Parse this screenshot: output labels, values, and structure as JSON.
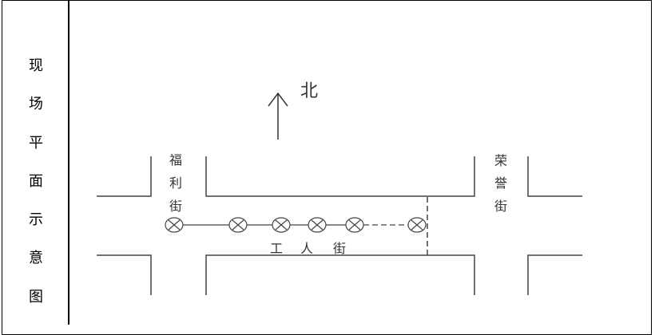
{
  "row_label": [
    "现",
    "场",
    "平",
    "面",
    "示",
    "意",
    "图"
  ],
  "diagram": {
    "north_label": "北",
    "streets": {
      "west": [
        "福",
        "利",
        "街"
      ],
      "east": [
        "荣",
        "誉",
        "街"
      ],
      "main": [
        "工",
        "人",
        "街"
      ]
    },
    "lamp_count": 6
  }
}
